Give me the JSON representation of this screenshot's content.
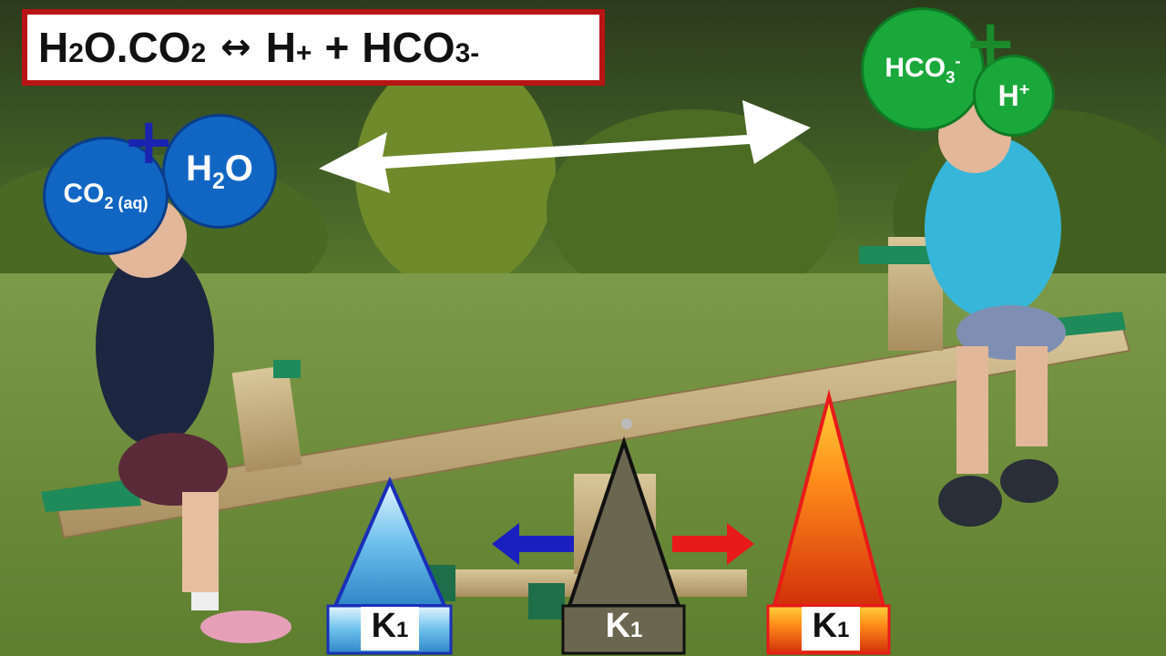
{
  "equation": {
    "h": "H",
    "sub2a": "2",
    "o_co": "O.CO",
    "sub2b": "2",
    "arrow": "↔",
    "h2": "H",
    "plus_sup": "+",
    "plus_sign": "+",
    "hco": "HCO",
    "sub3": "3",
    "minus_sup": "-"
  },
  "left_molecules": {
    "co2_main": "CO",
    "co2_sub": "2 (aq)",
    "h2o_h": "H",
    "h2o_sub": "2",
    "h2o_o": "O",
    "plus": "+"
  },
  "right_molecules": {
    "hco3_main": "HCO",
    "hco3_sub": "3",
    "hco3_sup": "-",
    "h_main": "H",
    "h_sup": "+",
    "plus": "+"
  },
  "constants": {
    "cold": {
      "k": "K",
      "sub": "1"
    },
    "center": {
      "k": "K",
      "sub": "1"
    },
    "hot": {
      "k": "K",
      "sub": "1"
    }
  },
  "colors": {
    "eq_border": "#b81414",
    "blue_bubble": "#1166c4",
    "green_bubble": "#1aa83a",
    "arrow_blue": "#1a1fbf",
    "arrow_red": "#e81a1a",
    "fulcrum": "#6b6650"
  }
}
